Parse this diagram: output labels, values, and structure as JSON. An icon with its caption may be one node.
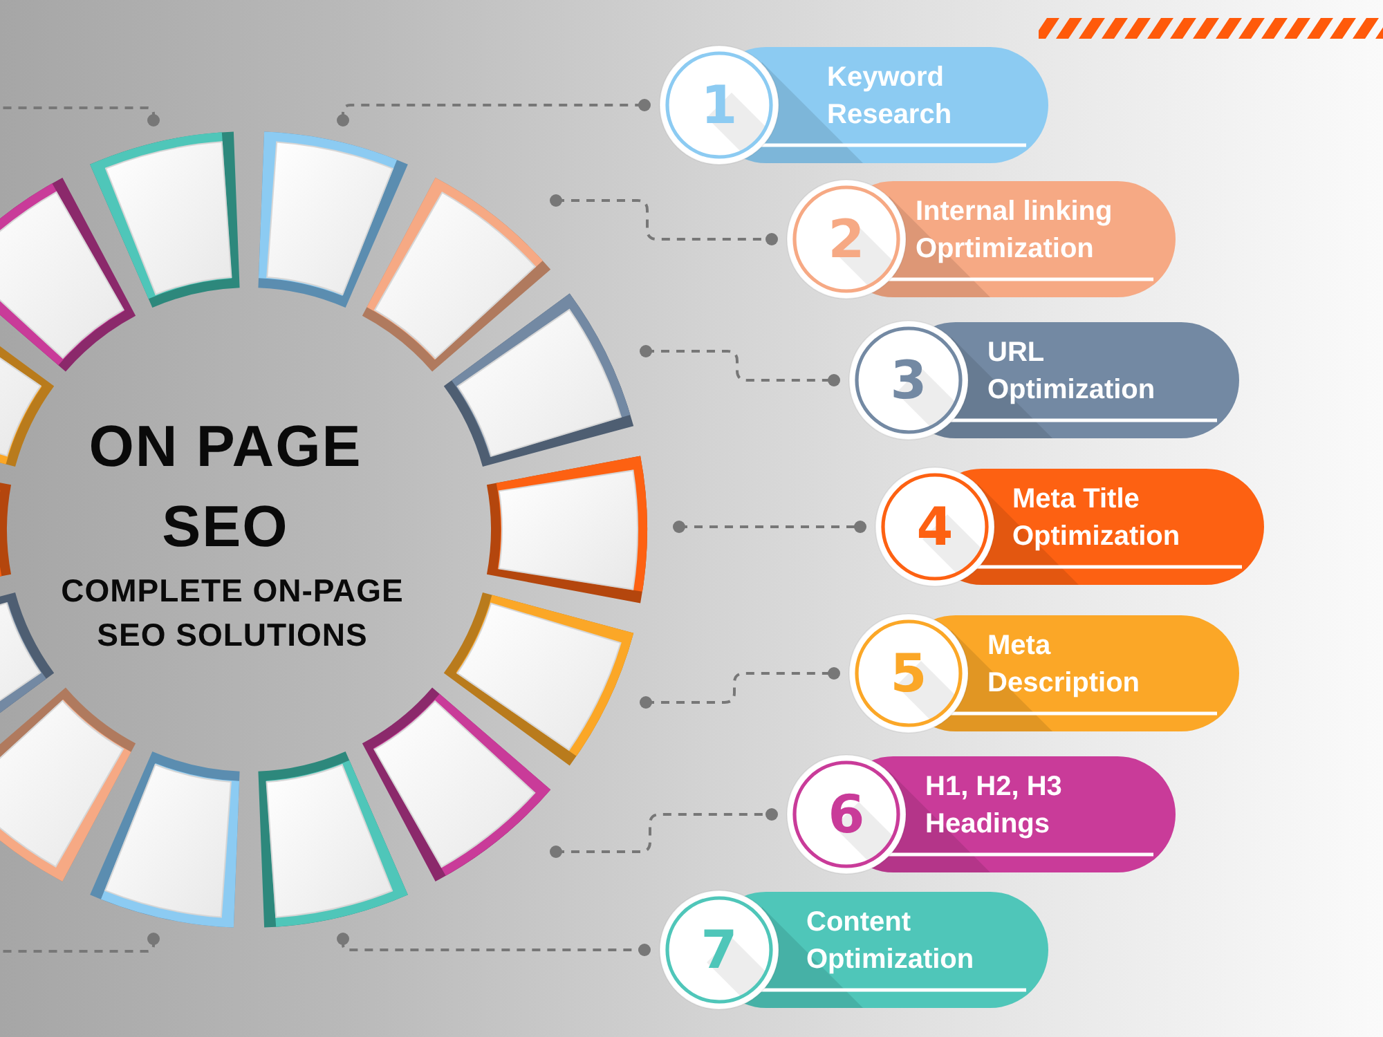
{
  "diagram": {
    "title": "ON PAGE SEO",
    "nodes": [
      {
        "text": [],
        "shape": "segment"
      },
      {
        "text": [],
        "shape": "segment"
      },
      {
        "text": [],
        "shape": "segment"
      },
      {
        "text": [],
        "shape": "segment"
      },
      {
        "text": [],
        "shape": "segment"
      },
      {
        "text": [],
        "shape": "segment"
      },
      {
        "text": [],
        "shape": "segment"
      },
      {
        "text": [],
        "shape": "segment"
      },
      {
        "text": [],
        "shape": "segment"
      },
      {
        "text": [],
        "shape": "segment"
      },
      {
        "text": [],
        "shape": "segment"
      },
      {
        "text": [],
        "shape": "segment"
      },
      {
        "text": [],
        "shape": "segment"
      },
      {
        "text": [],
        "shape": "segment"
      },
      {
        "text": [
          "1",
          "Keyword Research"
        ]
      },
      {
        "text": [
          "2",
          "Internal linking Oprtimization"
        ]
      },
      {
        "text": [
          "3",
          "URL Optimization"
        ]
      },
      {
        "text": [
          "4",
          "Meta Title Optimization"
        ]
      },
      {
        "text": [
          "5",
          "Meta Description"
        ]
      },
      {
        "text": [
          "6",
          "H1, H2, H3 Headings"
        ]
      },
      {
        "text": [
          "7",
          "Content Optimization"
        ]
      }
    ],
    "edges": [
      {
        "from": 0,
        "to": 14,
        "arrow": "other",
        "style": "dashed"
      },
      {
        "from": 1,
        "to": 15,
        "arrow": "other",
        "style": "dashed"
      },
      {
        "from": 2,
        "to": 16,
        "arrow": "other",
        "style": "dashed"
      },
      {
        "from": 3,
        "to": 17,
        "arrow": "other",
        "style": "dashed"
      },
      {
        "from": 4,
        "to": 18,
        "arrow": "other",
        "style": "dashed"
      },
      {
        "from": 5,
        "to": 19,
        "arrow": "other",
        "style": "dashed"
      },
      {
        "from": 6,
        "to": 20,
        "arrow": "other",
        "style": "dashed"
      },
      {
        "from": 13,
        "to": null,
        "arrow": "other",
        "style": "dashed"
      },
      {
        "from": 7,
        "to": null,
        "arrow": "other",
        "style": "dashed"
      }
    ],
    "labels": [
      "COMPLETE ON-PAGE SEO SOLUTIONS"
    ]
  }
}
